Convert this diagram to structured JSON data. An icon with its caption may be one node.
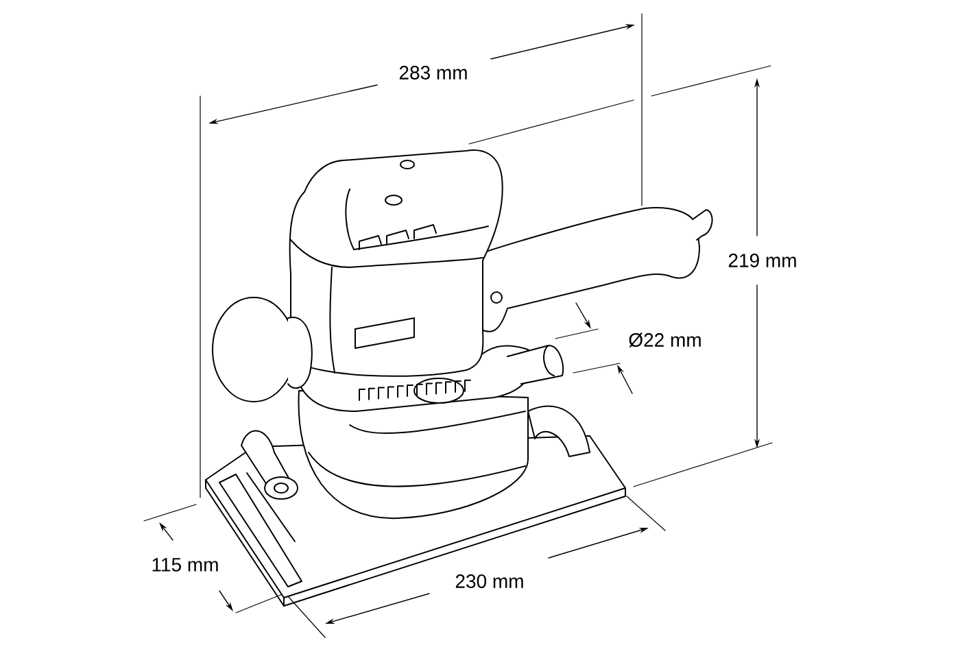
{
  "diagram": {
    "labels": [
      "283 mm",
      "219 mm",
      "Ø22 mm",
      "115 mm",
      "230 mm"
    ]
  }
}
